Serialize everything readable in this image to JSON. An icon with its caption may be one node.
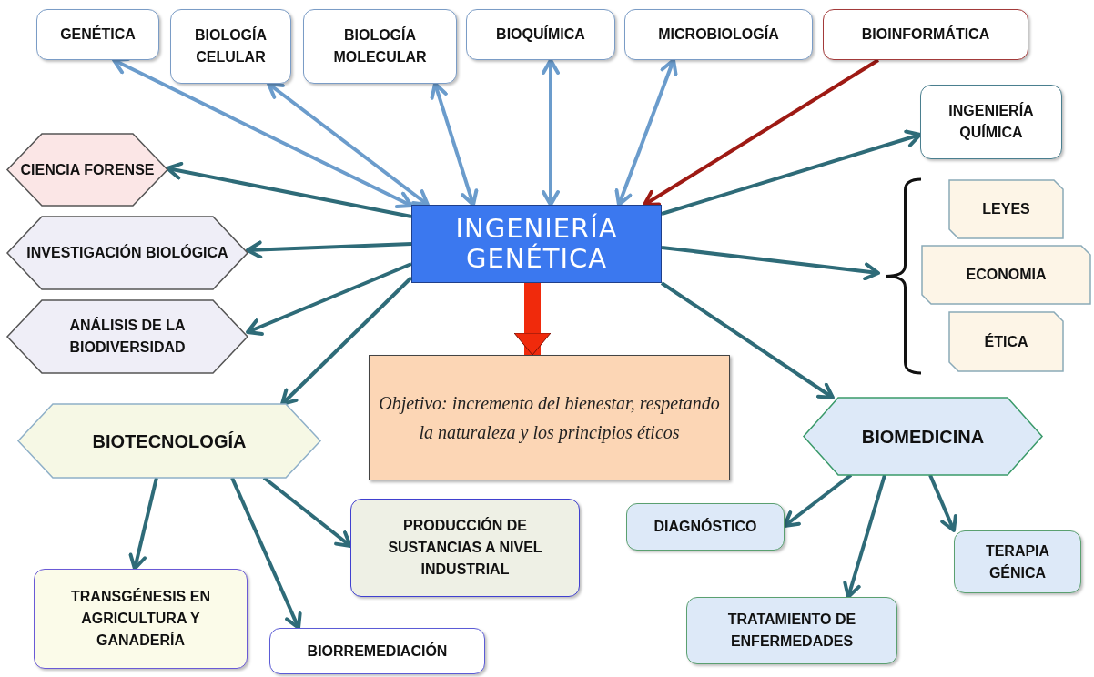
{
  "diagram": {
    "nodes": [
      {
        "text": [
          "INGENIERÍA GENÉTICA"
        ]
      },
      {
        "text": [
          "GENÉTICA"
        ]
      },
      {
        "text": [
          "BIOLOGÍA CELULAR"
        ]
      },
      {
        "text": [
          "BIOLOGÍA MOLECULAR"
        ]
      },
      {
        "text": [
          "BIOQUÍMICA"
        ]
      },
      {
        "text": [
          "MICROBIOLOGÍA"
        ]
      },
      {
        "text": [
          "BIOINFORMÁTICA"
        ]
      },
      {
        "text": [
          "INGENIERÍA QUÍMICA"
        ]
      },
      {
        "text": [
          "CIENCIA FORENSE"
        ]
      },
      {
        "text": [
          "INVESTIGACIÓN BIOLÓGICA"
        ]
      },
      {
        "text": [
          "ANÁLISIS DE LA BIODIVERSIDAD"
        ]
      },
      {
        "text": [],
        "shape": "bracket"
      },
      {
        "text": [
          "LEYES"
        ]
      },
      {
        "text": [
          "ECONOMIA"
        ]
      },
      {
        "text": [
          "ÉTICA"
        ]
      },
      {
        "text": [
          "Objetivo: incremento del bienestar, respetando la naturaleza y los principios éticos"
        ]
      },
      {
        "text": [
          "BIOTECNOLOGÍA"
        ]
      },
      {
        "text": [
          "BIOMEDICINA"
        ]
      },
      {
        "text": [
          "TRANSGÉNESIS EN AGRICULTURA Y GANADERÍA"
        ]
      },
      {
        "text": [
          "BIORREMEDIACIÓN"
        ]
      },
      {
        "text": [
          "PRODUCCIÓN DE SUSTANCIAS A NIVEL INDUSTRIAL"
        ]
      },
      {
        "text": [
          "DIAGNÓSTICO"
        ]
      },
      {
        "text": [
          "TRATAMIENTO DE ENFERMEDADES"
        ]
      },
      {
        "text": [
          "TERAPIA GÉNICA"
        ]
      }
    ],
    "edges": [
      {
        "from": 0,
        "to": 1,
        "arrow": "both",
        "color": "#6b9ccc"
      },
      {
        "from": 0,
        "to": 2,
        "arrow": "both",
        "color": "#6b9ccc"
      },
      {
        "from": 0,
        "to": 3,
        "arrow": "both",
        "color": "#6b9ccc"
      },
      {
        "from": 0,
        "to": 4,
        "arrow": "both",
        "color": "#6b9ccc"
      },
      {
        "from": 0,
        "to": 5,
        "arrow": "both",
        "color": "#6b9ccc"
      },
      {
        "from": 6,
        "to": 0,
        "arrow": "to",
        "color": "#9e1a14"
      },
      {
        "from": 0,
        "to": 7,
        "arrow": "to"
      },
      {
        "from": 0,
        "to": 8,
        "arrow": "to"
      },
      {
        "from": 0,
        "to": 9,
        "arrow": "to"
      },
      {
        "from": 0,
        "to": 10,
        "arrow": "to"
      },
      {
        "from": 0,
        "to": 11,
        "arrow": "to"
      },
      {
        "from": 0,
        "to": 15,
        "arrow": "to",
        "style": "thick",
        "color": "#f02a0c"
      },
      {
        "from": 0,
        "to": 16,
        "arrow": "to"
      },
      {
        "from": 0,
        "to": 17,
        "arrow": "to"
      },
      {
        "from": 16,
        "to": 18,
        "arrow": "to"
      },
      {
        "from": 16,
        "to": 19,
        "arrow": "to"
      },
      {
        "from": 16,
        "to": 20,
        "arrow": "to"
      },
      {
        "from": 17,
        "to": 21,
        "arrow": "to"
      },
      {
        "from": 17,
        "to": 22,
        "arrow": "to"
      },
      {
        "from": 17,
        "to": 23,
        "arrow": "to"
      }
    ]
  }
}
